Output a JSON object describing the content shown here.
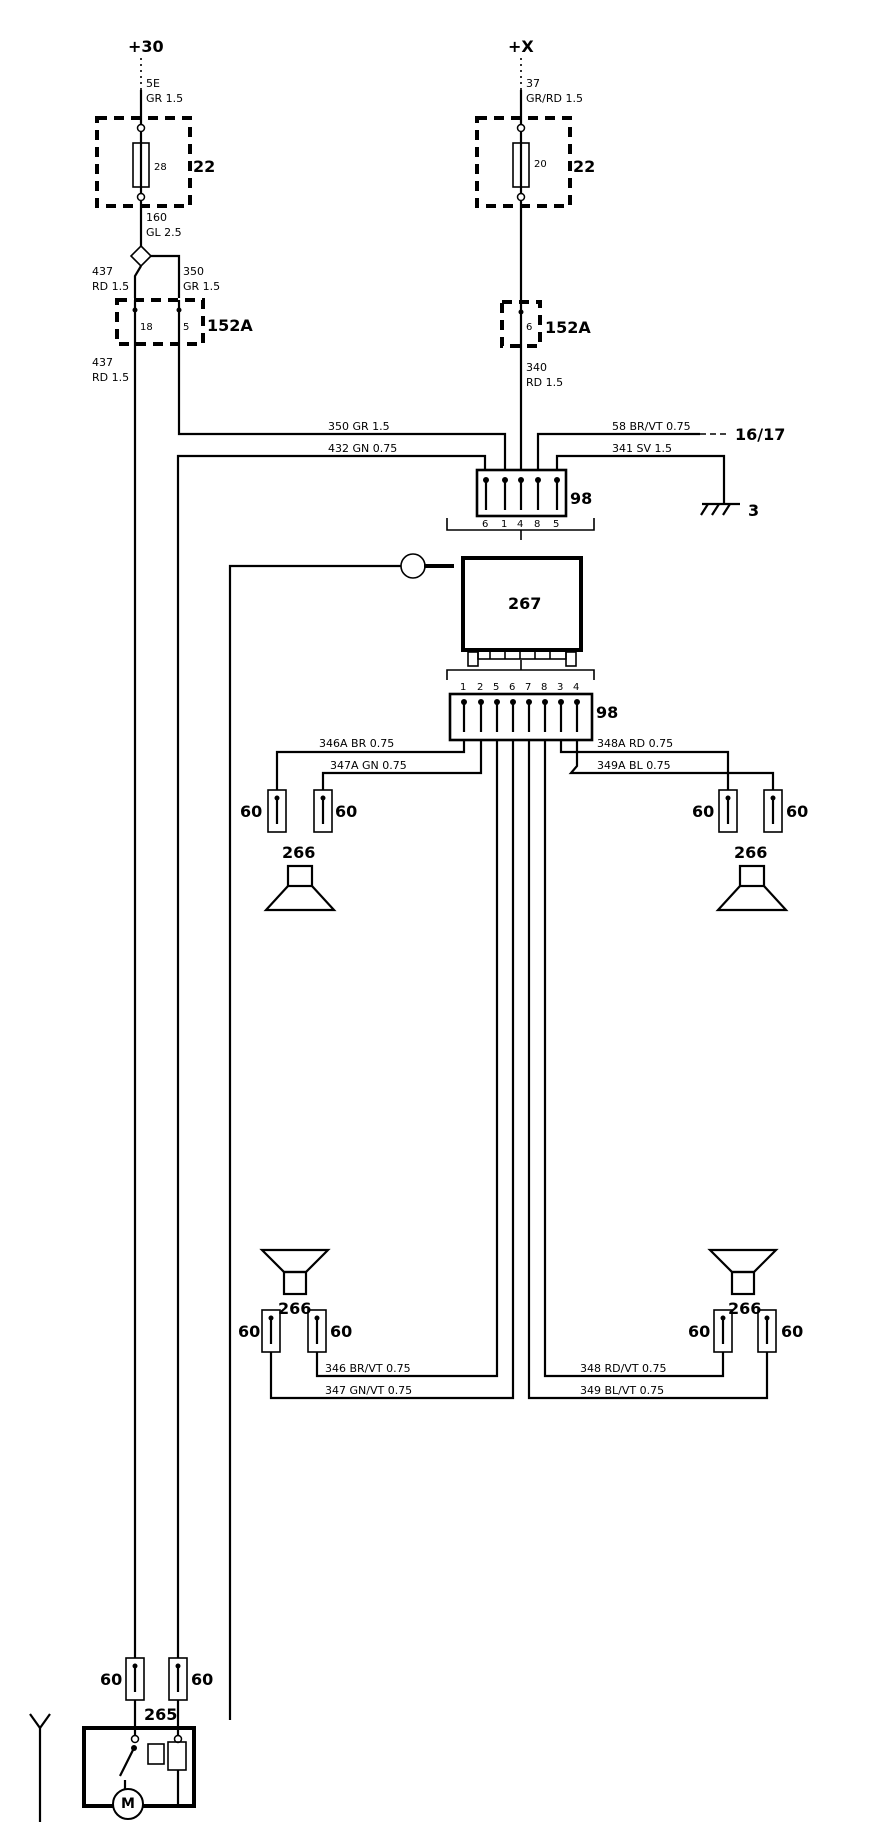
{
  "supply": {
    "left": "+30",
    "right": "+X",
    "right_dest": "16/17",
    "ground_num": "3"
  },
  "wires": {
    "w5e_num": "5E",
    "w5e_spec": "GR 1.5",
    "w37_num": "37",
    "w37_spec": "GR/RD 1.5",
    "w160_num": "160",
    "w160_spec": "GL 2.5",
    "w437_num": "437",
    "w437_spec": "RD 1.5",
    "w350_num": "350",
    "w350_spec": "GR 1.5",
    "w437b_num": "437",
    "w437b_spec": "RD 1.5",
    "w340_num": "340",
    "w340_spec": "RD 1.5",
    "w350h": "350 GR 1.5",
    "w432h": "432 GN 0.75",
    "w58h": "58 BR/VT 0.75",
    "w341h": "341 SV 1.5",
    "w346a": "346A BR 0.75",
    "w347a": "347A GN 0.75",
    "w348a": "348A RD 0.75",
    "w349a": "349A BL 0.75",
    "w346": "346 BR/VT 0.75",
    "w347": "347 GN/VT 0.75",
    "w348": "348 RD/VT 0.75",
    "w349": "349 BL/VT 0.75"
  },
  "components": {
    "fuse_box": "22",
    "fuse_left": "28",
    "fuse_right": "20",
    "connector_152a": "152A",
    "pin18": "18",
    "pin5": "5",
    "pin6": "6",
    "connector_98": "98",
    "radio": "267",
    "speaker": "266",
    "connector_60": "60",
    "antenna_motor": "265",
    "motor": "M"
  },
  "pins_top": [
    "6",
    "1",
    "4",
    "8",
    "5"
  ],
  "pins_bottom": [
    "1",
    "2",
    "5",
    "6",
    "7",
    "8",
    "3",
    "4"
  ]
}
